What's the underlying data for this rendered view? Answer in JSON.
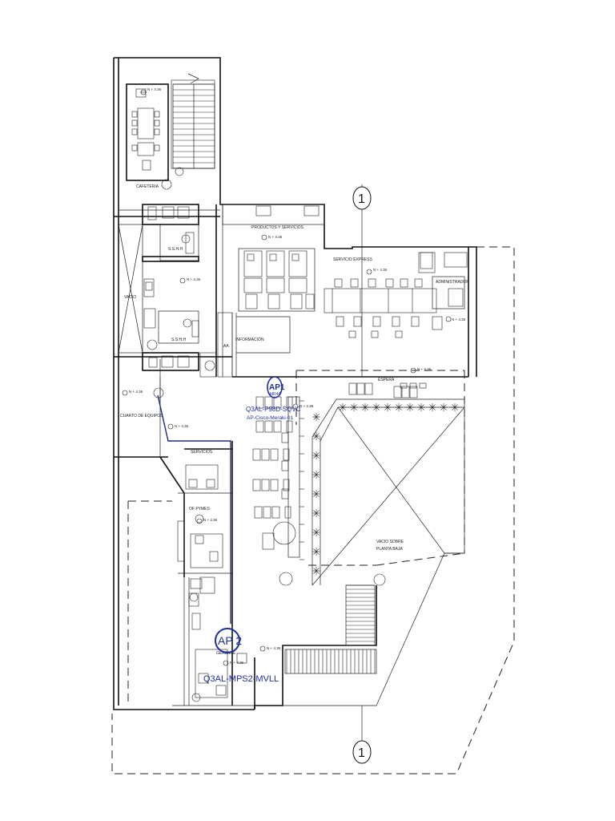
{
  "rooms": {
    "cafeteria": "CAFETERIA",
    "sshh_1": "S.S.H.H",
    "sshh_2": "S.S.H.H",
    "vacio": "VACIO",
    "productos": "PRODUCTOS Y SERVICIOS",
    "servicio_express": "SERVICIO EXPRESS",
    "administrador": "ADMINISTRADOR",
    "informacion": "INFORMACIÓN",
    "aa": "AA",
    "espera": "ESPERA",
    "cuarto_equipos": "CUARTO DE EQUIPOS",
    "servicios": "SERVICIOS",
    "of_pymes": "OF PYMES",
    "gerente": "GERENTE",
    "vacio_sobre_1": "VACIO SOBRE",
    "vacio_sobre_2": "PLANTA BAJA"
  },
  "level_marker": "N + 4.36",
  "access_points": [
    {
      "tag": "AP1",
      "sublabel": "MR44",
      "model": "Q3AL-P98D-SQVC",
      "note": "AP-Cisco-Meraki-01"
    },
    {
      "tag": "AP 2",
      "model": "Q3AL-MPS2-MVLL"
    }
  ],
  "axis_markers": [
    "1",
    "1"
  ],
  "colors": {
    "ap_blue": "#1f2f9e",
    "cable_blue": "#1c2a8c",
    "wall": "#111111"
  }
}
